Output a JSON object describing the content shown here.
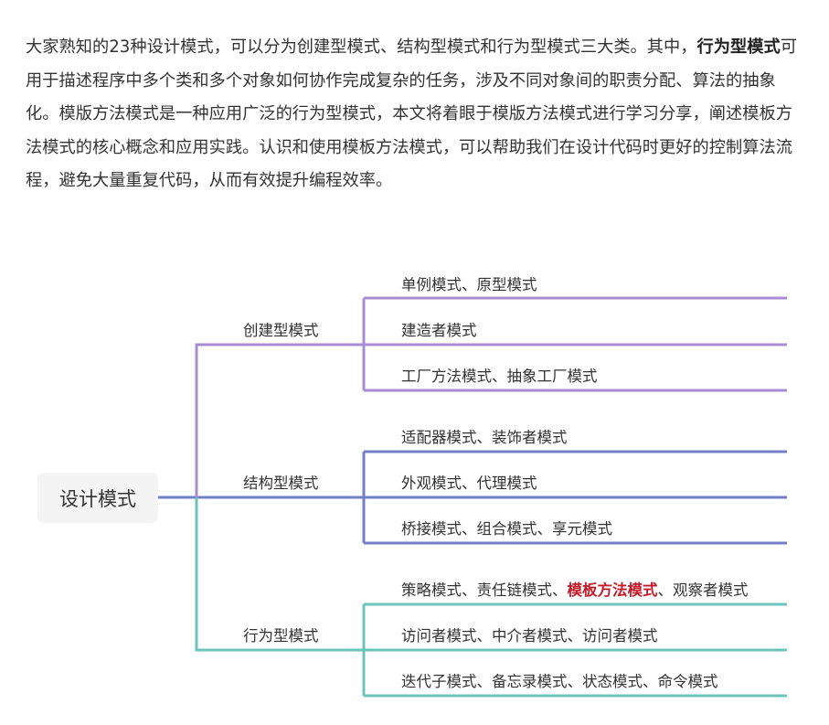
{
  "intro": {
    "p1": "大家熟知的23种设计模式，可以分为创建型模式、结构型模式和行为型模式三大类。其中，",
    "bold": "行为型模式",
    "p2": "可用于描述程序中多个类和多个对象如何协作完成复杂的任务，涉及不同对象间的职责分配、算法的抽象化。模版方法模式是一种应用广泛的行为型模式，本文将着眼于模版方法模式进行学习分享，阐述模板方法模式的核心概念和应用实践。认识和使用模板方法模式，可以帮助我们在设计代码时更好的控制算法流程，避免大量重复代码，从而有效提升编程效率。"
  },
  "mindmap": {
    "root": "设计模式",
    "colors": {
      "creational": "#a88cd6",
      "structural": "#7380c8",
      "behavioral": "#6cc4bd",
      "highlight": "#c21d2b"
    },
    "categories": [
      {
        "name": "创建型模式",
        "leaves": [
          {
            "parts": [
              "单例模式、原型模式"
            ]
          },
          {
            "parts": [
              "建造者模式"
            ]
          },
          {
            "parts": [
              "工厂方法模式、抽象工厂模式"
            ]
          }
        ]
      },
      {
        "name": "结构型模式",
        "leaves": [
          {
            "parts": [
              "适配器模式、装饰者模式"
            ]
          },
          {
            "parts": [
              "外观模式、代理模式"
            ]
          },
          {
            "parts": [
              "桥接模式、组合模式、享元模式"
            ]
          }
        ]
      },
      {
        "name": "行为型模式",
        "leaves": [
          {
            "parts": [
              "策略模式、责任链模式、",
              "模板方法模式",
              "、观察者模式"
            ],
            "highlight_index": 1
          },
          {
            "parts": [
              "访问者模式、中介者模式、访问者模式"
            ]
          },
          {
            "parts": [
              "迭代子模式、备忘录模式、状态模式、命令模式"
            ]
          }
        ]
      }
    ]
  }
}
